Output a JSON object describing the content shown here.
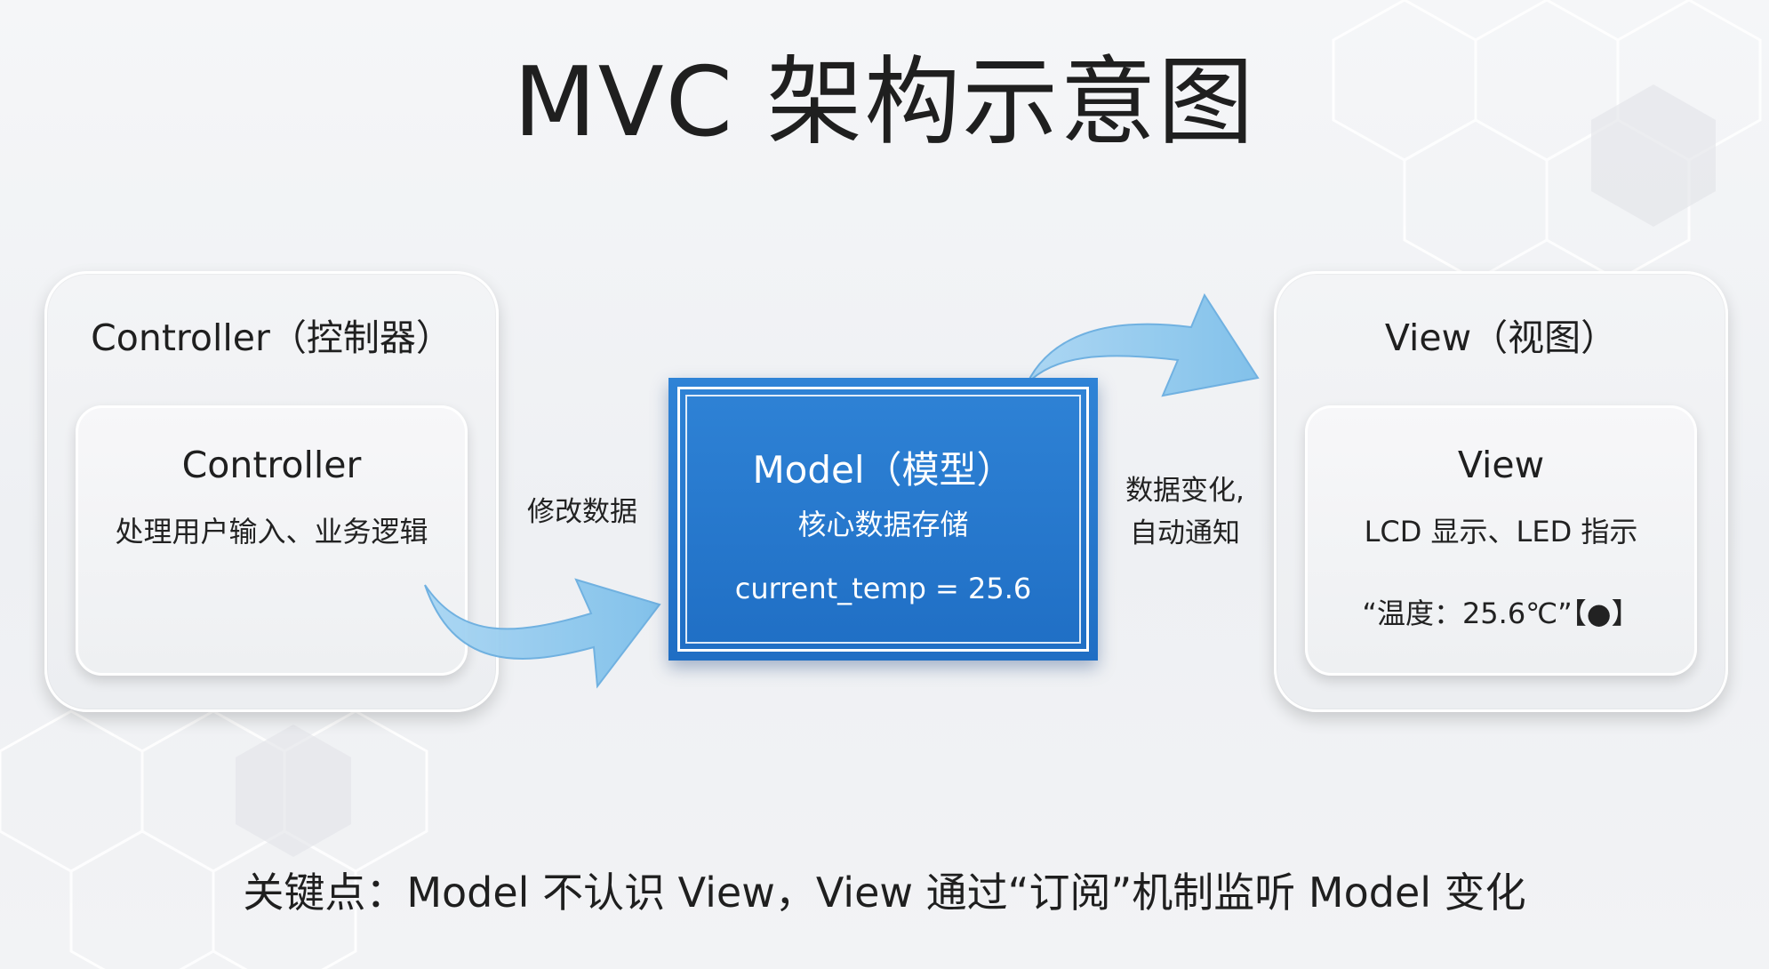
{
  "title": "MVC 架构示意图",
  "controller": {
    "outer_title": "Controller（控制器）",
    "inner_title": "Controller",
    "inner_desc": "处理用户输入、业务逻辑"
  },
  "model": {
    "title": "Model（模型）",
    "desc": "核心数据存储",
    "code": "current_temp = 25.6"
  },
  "view": {
    "outer_title": "View（视图）",
    "inner_title": "View",
    "inner_desc": "LCD 显示、LED 指示",
    "inner_note": "“温度：25.6℃”【●】"
  },
  "arrows": {
    "modify_label": "修改数据",
    "notify_label_line1": "数据变化,",
    "notify_label_line2": "自动通知"
  },
  "bottom_note": "关键点：Model 不认识 View，View 通过“订阅”机制监听 Model 变化",
  "colors": {
    "model_blue": "#2a7ad0",
    "arrow_blue": "#8ec9ee"
  }
}
